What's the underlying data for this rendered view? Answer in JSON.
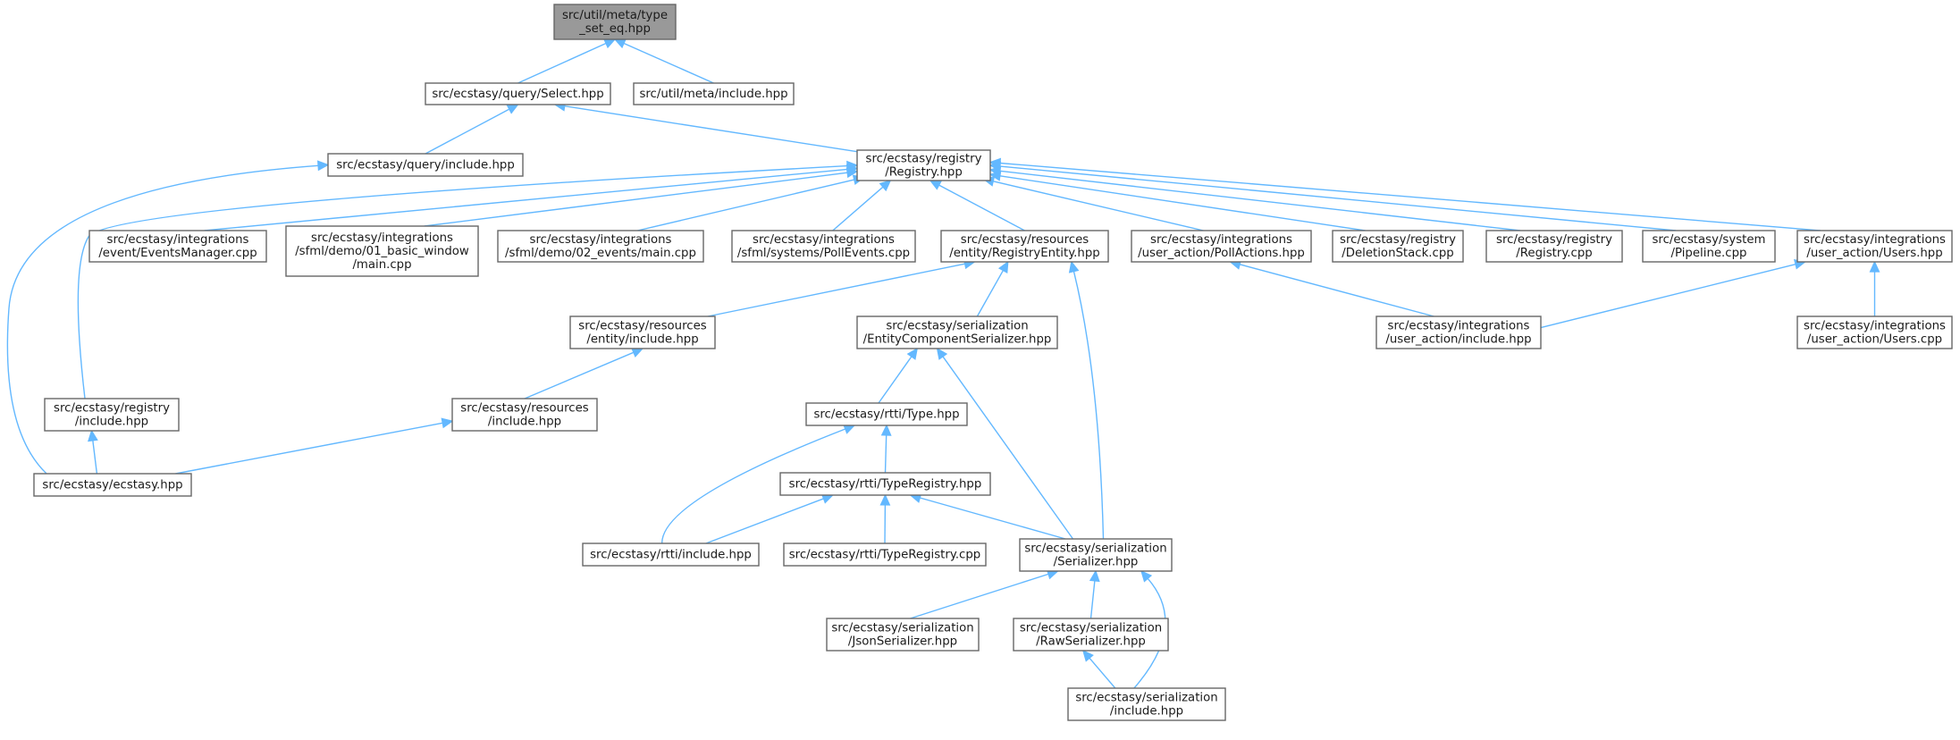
{
  "graph": {
    "root": "util_type_set_eq",
    "nodes": [
      {
        "id": "util_type_set_eq",
        "lines": [
          "src/util/meta/type",
          "_set_eq.hpp"
        ],
        "icon": "none",
        "role": "root"
      },
      {
        "id": "select",
        "lines": [
          "src/ecstasy/query/Select.hpp"
        ]
      },
      {
        "id": "meta_include",
        "lines": [
          "src/util/meta/include.hpp"
        ]
      },
      {
        "id": "query_include",
        "lines": [
          "src/ecstasy/query/include.hpp"
        ]
      },
      {
        "id": "registry_hpp",
        "lines": [
          "src/ecstasy/registry",
          "/Registry.hpp"
        ]
      },
      {
        "id": "events_manager",
        "lines": [
          "src/ecstasy/integrations",
          "/event/EventsManager.cpp"
        ]
      },
      {
        "id": "demo01",
        "lines": [
          "src/ecstasy/integrations",
          "/sfml/demo/01_basic_window",
          "/main.cpp"
        ]
      },
      {
        "id": "demo02",
        "lines": [
          "src/ecstasy/integrations",
          "/sfml/demo/02_events/main.cpp"
        ]
      },
      {
        "id": "poll_events",
        "lines": [
          "src/ecstasy/integrations",
          "/sfml/systems/PollEvents.cpp"
        ]
      },
      {
        "id": "registry_entity",
        "lines": [
          "src/ecstasy/resources",
          "/entity/RegistryEntity.hpp"
        ]
      },
      {
        "id": "poll_actions",
        "lines": [
          "src/ecstasy/integrations",
          "/user_action/PollActions.hpp"
        ]
      },
      {
        "id": "deletion_stack",
        "lines": [
          "src/ecstasy/registry",
          "/DeletionStack.cpp"
        ]
      },
      {
        "id": "registry_cpp",
        "lines": [
          "src/ecstasy/registry",
          "/Registry.cpp"
        ]
      },
      {
        "id": "pipeline",
        "lines": [
          "src/ecstasy/system",
          "/Pipeline.cpp"
        ]
      },
      {
        "id": "users_hpp",
        "lines": [
          "src/ecstasy/integrations",
          "/user_action/Users.hpp"
        ]
      },
      {
        "id": "entity_include",
        "lines": [
          "src/ecstasy/resources",
          "/entity/include.hpp"
        ]
      },
      {
        "id": "ecs_serializer",
        "lines": [
          "src/ecstasy/serialization",
          "/EntityComponentSerializer.hpp"
        ]
      },
      {
        "id": "user_action_include",
        "lines": [
          "src/ecstasy/integrations",
          "/user_action/include.hpp"
        ]
      },
      {
        "id": "users_cpp",
        "lines": [
          "src/ecstasy/integrations",
          "/user_action/Users.cpp"
        ]
      },
      {
        "id": "registry_include",
        "lines": [
          "src/ecstasy/registry",
          "/include.hpp"
        ]
      },
      {
        "id": "resources_include",
        "lines": [
          "src/ecstasy/resources",
          "/include.hpp"
        ]
      },
      {
        "id": "rtti_type",
        "lines": [
          "src/ecstasy/rtti/Type.hpp"
        ]
      },
      {
        "id": "ecstasy_hpp",
        "lines": [
          "src/ecstasy/ecstasy.hpp"
        ]
      },
      {
        "id": "type_registry_hpp",
        "lines": [
          "src/ecstasy/rtti/TypeRegistry.hpp"
        ]
      },
      {
        "id": "rtti_include",
        "lines": [
          "src/ecstasy/rtti/include.hpp"
        ]
      },
      {
        "id": "type_registry_cpp",
        "lines": [
          "src/ecstasy/rtti/TypeRegistry.cpp"
        ]
      },
      {
        "id": "serializer_hpp",
        "lines": [
          "src/ecstasy/serialization",
          "/Serializer.hpp"
        ]
      },
      {
        "id": "json_serializer",
        "lines": [
          "src/ecstasy/serialization",
          "/JsonSerializer.hpp"
        ]
      },
      {
        "id": "raw_serializer",
        "lines": [
          "src/ecstasy/serialization",
          "/RawSerializer.hpp"
        ]
      },
      {
        "id": "serialization_include",
        "lines": [
          "src/ecstasy/serialization",
          "/include.hpp"
        ]
      }
    ],
    "edges": [
      {
        "from": "select",
        "to": "util_type_set_eq"
      },
      {
        "from": "meta_include",
        "to": "util_type_set_eq"
      },
      {
        "from": "query_include",
        "to": "select"
      },
      {
        "from": "registry_hpp",
        "to": "select"
      },
      {
        "from": "ecstasy_hpp",
        "to": "query_include"
      },
      {
        "from": "events_manager",
        "to": "registry_hpp"
      },
      {
        "from": "demo01",
        "to": "registry_hpp"
      },
      {
        "from": "demo02",
        "to": "registry_hpp"
      },
      {
        "from": "poll_events",
        "to": "registry_hpp"
      },
      {
        "from": "registry_entity",
        "to": "registry_hpp"
      },
      {
        "from": "poll_actions",
        "to": "registry_hpp"
      },
      {
        "from": "deletion_stack",
        "to": "registry_hpp"
      },
      {
        "from": "registry_cpp",
        "to": "registry_hpp"
      },
      {
        "from": "pipeline",
        "to": "registry_hpp"
      },
      {
        "from": "users_hpp",
        "to": "registry_hpp"
      },
      {
        "from": "registry_include",
        "to": "registry_hpp"
      },
      {
        "from": "entity_include",
        "to": "registry_entity"
      },
      {
        "from": "ecs_serializer",
        "to": "registry_entity"
      },
      {
        "from": "serializer_hpp",
        "to": "registry_entity"
      },
      {
        "from": "user_action_include",
        "to": "poll_actions"
      },
      {
        "from": "user_action_include",
        "to": "users_hpp"
      },
      {
        "from": "users_cpp",
        "to": "users_hpp"
      },
      {
        "from": "ecstasy_hpp",
        "to": "registry_include"
      },
      {
        "from": "resources_include",
        "to": "entity_include"
      },
      {
        "from": "ecstasy_hpp",
        "to": "resources_include"
      },
      {
        "from": "rtti_type",
        "to": "ecs_serializer"
      },
      {
        "from": "serializer_hpp",
        "to": "ecs_serializer"
      },
      {
        "from": "type_registry_hpp",
        "to": "rtti_type"
      },
      {
        "from": "rtti_include",
        "to": "rtti_type"
      },
      {
        "from": "rtti_include",
        "to": "type_registry_hpp"
      },
      {
        "from": "type_registry_cpp",
        "to": "type_registry_hpp"
      },
      {
        "from": "serializer_hpp",
        "to": "type_registry_hpp"
      },
      {
        "from": "json_serializer",
        "to": "serializer_hpp"
      },
      {
        "from": "raw_serializer",
        "to": "serializer_hpp"
      },
      {
        "from": "serialization_include",
        "to": "serializer_hpp"
      },
      {
        "from": "serialization_include",
        "to": "raw_serializer"
      }
    ]
  }
}
